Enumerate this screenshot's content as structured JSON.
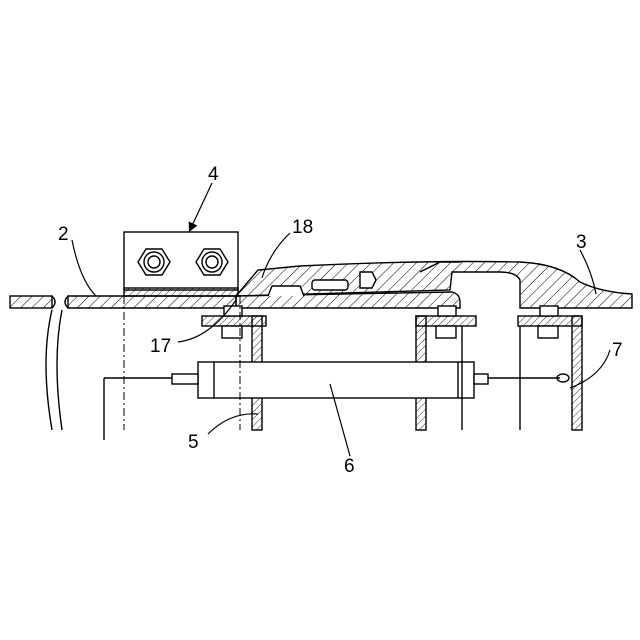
{
  "figure": {
    "reference_numerals": {
      "item_2": "2",
      "item_3": "3",
      "item_4": "4",
      "item_5": "5",
      "item_6": "6",
      "item_7": "7",
      "item_17": "17",
      "item_18": "18"
    },
    "colors": {
      "ink": "#000000",
      "paper": "#ffffff"
    }
  }
}
